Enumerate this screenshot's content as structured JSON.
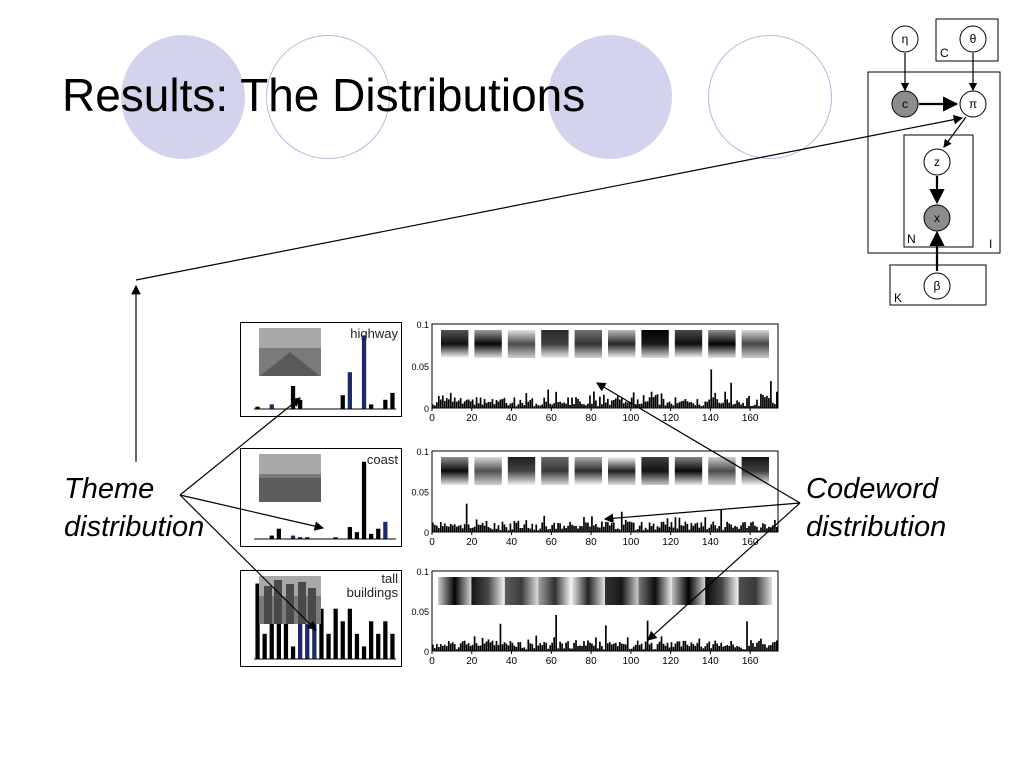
{
  "slide": {
    "title": "Results: The Distributions"
  },
  "labels": {
    "theme": [
      "Theme",
      "distribution"
    ],
    "codeword": [
      "Codeword",
      "distribution"
    ]
  },
  "model": {
    "nodes": {
      "eta": "η",
      "theta": "θ",
      "c": "c",
      "pi": "π",
      "z": "z",
      "x": "x",
      "beta": "β"
    },
    "plates": {
      "C": "C",
      "N": "N",
      "I": "I",
      "K": "K"
    }
  },
  "theme_panels": [
    {
      "name": "highway",
      "lines": [
        "highway"
      ],
      "values": [
        0.01,
        0.0,
        0.02,
        0.0,
        0.0,
        0.1,
        0.04,
        0.0,
        0.0,
        0.0,
        0.0,
        0.0,
        0.06,
        0.16,
        0.0,
        0.32,
        0.02,
        0.0,
        0.04,
        0.07
      ],
      "highlight": [
        2,
        13,
        15
      ]
    },
    {
      "name": "coast",
      "lines": [
        "coast"
      ],
      "values": [
        0.0,
        0.0,
        0.02,
        0.06,
        0.0,
        0.02,
        0.01,
        0.01,
        0.0,
        0.0,
        0.0,
        0.01,
        0.0,
        0.07,
        0.04,
        0.45,
        0.03,
        0.06,
        0.1,
        0.0
      ],
      "highlight": [
        5,
        18
      ]
    },
    {
      "name": "tall buildings",
      "lines": [
        "tall",
        "buildings"
      ],
      "values": [
        0.06,
        0.02,
        0.04,
        0.03,
        0.03,
        0.01,
        0.03,
        0.03,
        0.04,
        0.04,
        0.02,
        0.04,
        0.03,
        0.04,
        0.02,
        0.01,
        0.03,
        0.02,
        0.03,
        0.02
      ],
      "highlight": [
        6,
        7,
        8
      ]
    }
  ],
  "codeword_axis": {
    "x_ticks": [
      "0",
      "20",
      "40",
      "60",
      "80",
      "100",
      "120",
      "140",
      "160"
    ],
    "y_ticks": [
      "0",
      "0.05",
      "0.1"
    ]
  },
  "codeword_panels": [
    {
      "name": "highway",
      "peaks": [
        [
          140,
          0.046
        ],
        [
          150,
          0.03
        ],
        [
          58,
          0.022
        ],
        [
          170,
          0.032
        ]
      ]
    },
    {
      "name": "coast",
      "peaks": [
        [
          17,
          0.035
        ],
        [
          95,
          0.025
        ],
        [
          145,
          0.028
        ],
        [
          56,
          0.02
        ]
      ]
    },
    {
      "name": "tall buildings",
      "peaks": [
        [
          62,
          0.045
        ],
        [
          108,
          0.038
        ],
        [
          158,
          0.037
        ],
        [
          87,
          0.032
        ],
        [
          34,
          0.034
        ]
      ]
    }
  ]
}
